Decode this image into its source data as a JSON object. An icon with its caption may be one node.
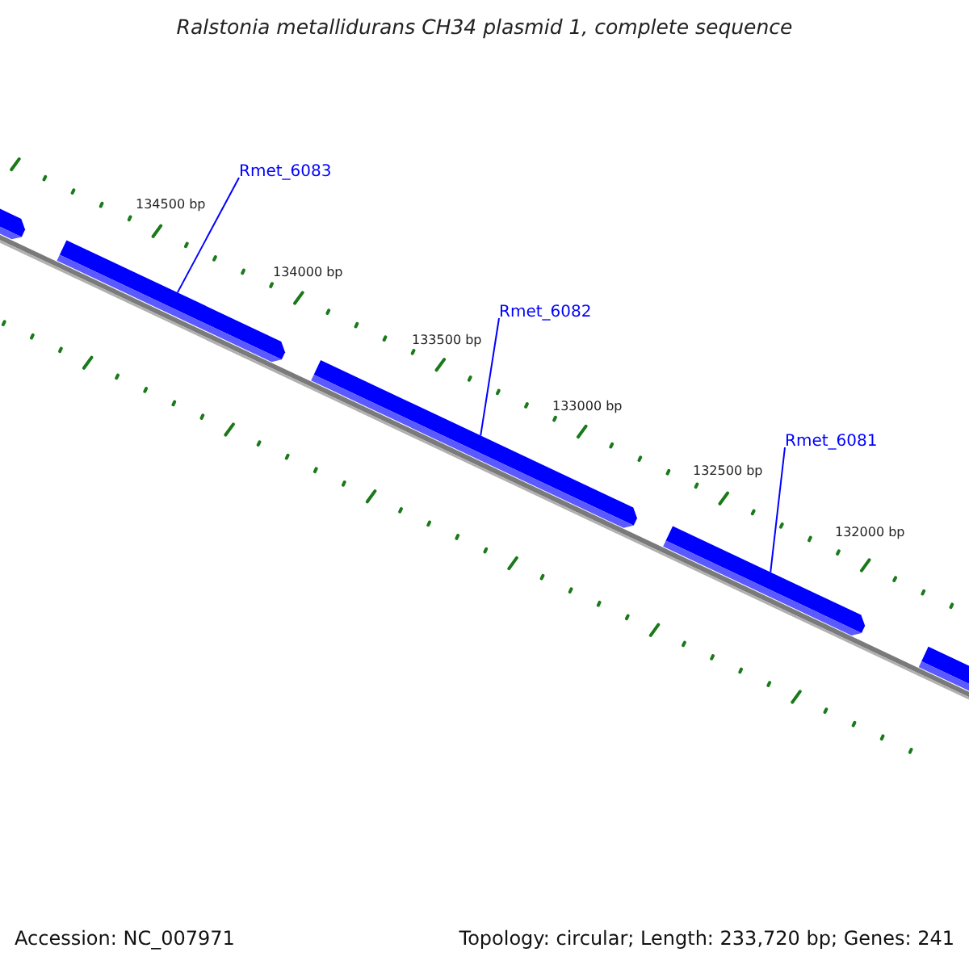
{
  "diagram": {
    "title": "Ralstonia metallidurans CH34 plasmid 1, complete sequence",
    "nodes": [
      {
        "text": [],
        "shape": "bar"
      },
      {
        "text": [],
        "shape": "bar"
      },
      {
        "text": [],
        "shape": "bar"
      },
      {
        "text": [],
        "shape": "bar"
      },
      {
        "text": [],
        "shape": "bar"
      },
      {
        "text": [
          "Rmet_6083"
        ]
      },
      {
        "text": [
          "Rmet_6082"
        ]
      },
      {
        "text": [
          "Rmet_6081"
        ]
      }
    ],
    "edges": [
      {
        "from": 5,
        "to": 1,
        "arrow": "none"
      },
      {
        "from": 6,
        "to": 2,
        "arrow": "none"
      },
      {
        "from": 7,
        "to": 3,
        "arrow": "none"
      }
    ],
    "labels": [
      "134500 bp",
      "134000 bp",
      "133500 bp",
      "133000 bp",
      "132500 bp",
      "132000 bp",
      "Accession: NC_007971",
      "Topology: circular; Length: 233,720 bp; Genes: 241"
    ]
  }
}
